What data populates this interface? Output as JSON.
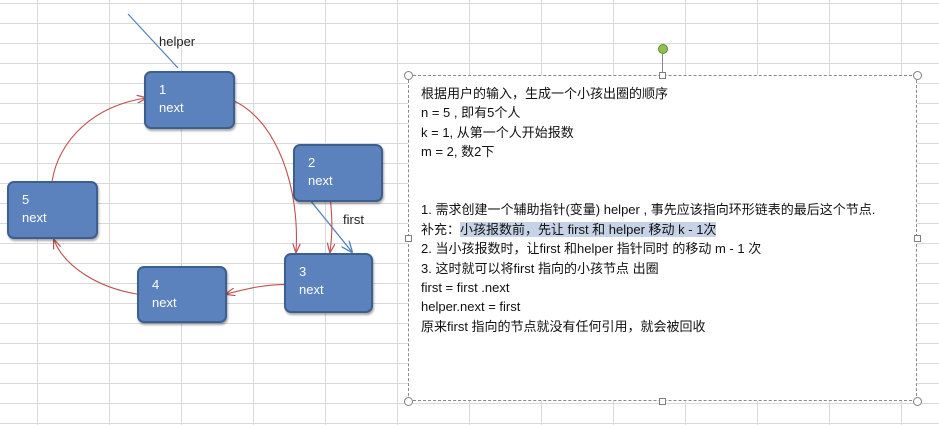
{
  "diagram": {
    "pointer_labels": {
      "helper": "helper",
      "first": "first"
    },
    "nodes": [
      {
        "num": "1",
        "next": "next"
      },
      {
        "num": "2",
        "next": "next"
      },
      {
        "num": "3",
        "next": "next"
      },
      {
        "num": "4",
        "next": "next"
      },
      {
        "num": "5",
        "next": "next"
      }
    ]
  },
  "notes": {
    "lines": [
      "根据用户的输入，生成一个小孩出圈的顺序",
      "n = 5 , 即有5个人",
      "k = 1, 从第一个人开始报数",
      "m = 2, 数2下",
      "",
      "",
      "1. 需求创建一个辅助指针(变量) helper , 事先应该指向环形链表的最后这个节点.",
      "",
      "2. 当小孩报数时，让first 和helper 指针同时 的移动  m  - 1 次",
      "3. 这时就可以将first 指向的小孩节点 出圈",
      "first = first .next",
      "helper.next = first",
      "原来first 指向的节点就没有任何引用，就会被回收"
    ],
    "supplement_prefix": "补充：",
    "supplement_highlight": "小孩报数前，先让 first 和  helper 移动 k - 1次"
  },
  "colors": {
    "node_fill": "#5b82bd",
    "node_border": "#3d5f8f",
    "arrow": "#c0504d",
    "pointer": "#4f81bd",
    "highlight": "#c6d2e6"
  }
}
